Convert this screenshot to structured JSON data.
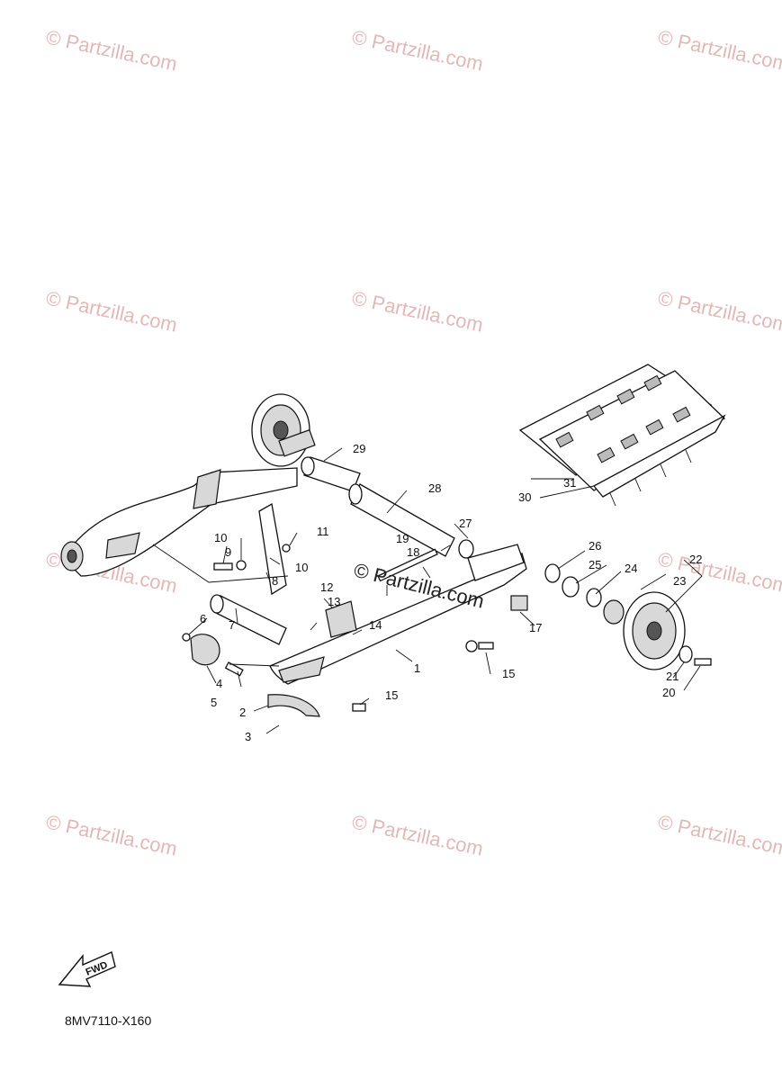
{
  "watermark": {
    "text": "© Partzilla.com",
    "color": "#e2b8b8"
  },
  "center_watermark": "© Partzilla.com",
  "diagram_code": "8MV7110-X160",
  "fwd_label": "FWD",
  "callouts": [
    "1",
    "2",
    "3",
    "4",
    "5",
    "6",
    "7",
    "8",
    "9",
    "10",
    "10",
    "11",
    "12",
    "13",
    "14",
    "15",
    "15",
    "17",
    "18",
    "19",
    "20",
    "21",
    "22",
    "23",
    "24",
    "25",
    "26",
    "27",
    "28",
    "29",
    "30",
    "31"
  ]
}
